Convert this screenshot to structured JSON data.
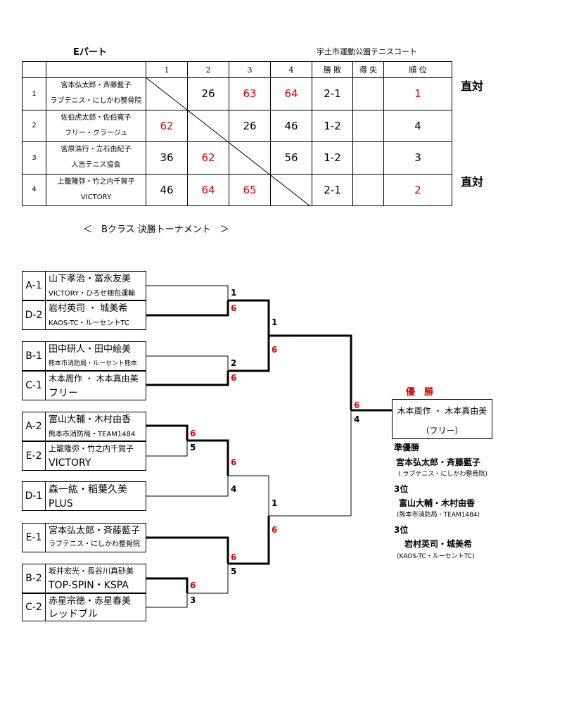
{
  "part_title": "Eパート",
  "venue": "宇土市運動公園テニスコート",
  "rr_headers": [
    "1",
    "2",
    "3",
    "4",
    "勝 敗",
    "得 失",
    "順 位"
  ],
  "rr_rows": [
    {
      "no": "1",
      "name1": "宮本弘太郎・斉藤藍子",
      "name2": "ラブテニス・にしかわ整骨院",
      "s1": "",
      "s2": "26",
      "s3": "63",
      "s4": "64",
      "wl": "2-1",
      "pts": "",
      "rank": "1"
    },
    {
      "no": "2",
      "name1": "佐伯虎太郎・佐伯寛子",
      "name2": "フリー・クラージュ",
      "s1": "62",
      "s2": "",
      "s3": "26",
      "s4": "46",
      "wl": "1-2",
      "pts": "",
      "rank": "4"
    },
    {
      "no": "3",
      "name1": "宮原浩行・立石由紀子",
      "name2": "人吉テニス協会",
      "s1": "36",
      "s2": "62",
      "s3": "",
      "s4": "56",
      "wl": "1-2",
      "pts": "",
      "rank": "3"
    },
    {
      "no": "4",
      "name1": "上籠隆弥・竹之内千賀子",
      "name2": "VICTORY",
      "s1": "46",
      "s2": "64",
      "s3": "65",
      "s4": "",
      "wl": "2-1",
      "pts": "",
      "rank": "2"
    }
  ],
  "note_direct": "直対",
  "tournament_title": "＜　Bクラス 決勝トーナメント　＞",
  "entries": [
    {
      "seed": "A-1",
      "l1": "山下孝治・冨永友美",
      "l2": "VICTORY・ひろせ梱包運輸"
    },
    {
      "seed": "D-2",
      "l1": "岩村英司 ・ 城美希",
      "l2": "KAOS-TC・ルーセントTC"
    },
    {
      "seed": "B-1",
      "l1": "田中研人・田中絵美",
      "l2": "熊本市消防局・ルーセント熊本"
    },
    {
      "seed": "C-1",
      "l1": "木本周作 ・ 木本真由美",
      "l2": "フリー"
    },
    {
      "seed": "A-2",
      "l1": "富山大輔・木村由香",
      "l2": "熊本市消防局・TEAM1484"
    },
    {
      "seed": "E-2",
      "l1": "上籠隆弥・竹之内千賀子",
      "l2": "VICTORY"
    },
    {
      "seed": "D-1",
      "l1": "森一紘・稲葉久美",
      "l2": "PLUS"
    },
    {
      "seed": "E-1",
      "l1": "宮本弘太郎・斉藤藍子",
      "l2": "ラブテニス・にしかわ整骨院"
    },
    {
      "seed": "B-2",
      "l1": "坂井宏光・長谷川真砂美",
      "l2": "TOP-SPIN・KSPA"
    },
    {
      "seed": "C-2",
      "l1": "赤星宗徳・赤星春美",
      "l2": "レッドブル"
    }
  ],
  "scores": {
    "r1a_top": "1",
    "r1a_bot": "6",
    "r1b_top": "2",
    "r1b_bot": "6",
    "r1c_top": "6",
    "r1c_bot": "5",
    "r1d_top": "6",
    "r1d_bot": "3",
    "r2a_top": "1",
    "r2a_bot": "6",
    "r2b_top": "6",
    "r2b_bot": "4",
    "r2c_top": "1",
    "r2c_bot": "6",
    "r2d_top": "6",
    "r2d_bot": "5",
    "final_top": "6",
    "final_bot": "4"
  },
  "winner_label": "優　勝",
  "winner_name": "木本周作 ・ 木本真由美",
  "winner_team": "（フリー）",
  "results": [
    {
      "label": "準優勝",
      "name": "宮本弘太郎・斉藤藍子",
      "team": "( ラブテニス・にしかわ整骨院)"
    },
    {
      "label": "3位",
      "name": "富山大輔・木村由香",
      "team": "(熊本市消防局・TEAM1484)"
    },
    {
      "label": "3位",
      "name": "岩村英司・城美希",
      "team": "(KAOS-TC・ルーセントTC)"
    }
  ]
}
